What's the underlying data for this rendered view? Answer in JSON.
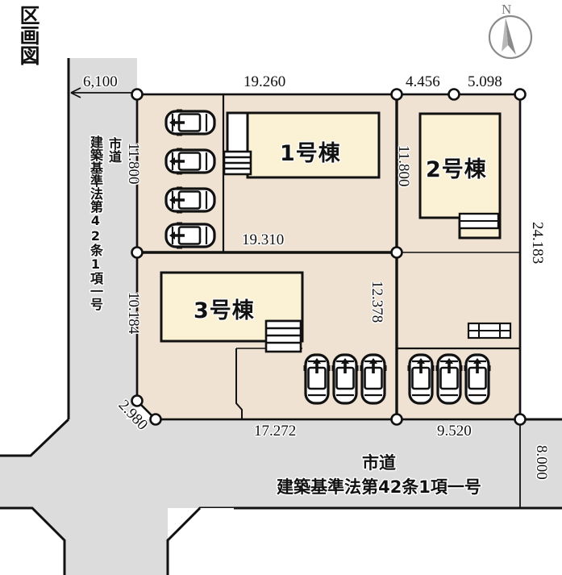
{
  "title": "区画図",
  "compass": {
    "north_label": "N"
  },
  "roads": {
    "left": {
      "name": "市道",
      "law": "建築基準法第42条1項一号",
      "widths": [
        "11.800",
        "10.184"
      ]
    },
    "bottom": {
      "name": "市道",
      "law": "建築基準法第42条1項一号",
      "width": "8.000"
    }
  },
  "dimensions": {
    "top": [
      "6,100",
      "19.260",
      "4.456",
      "5.098"
    ],
    "top_left_road": "6,100",
    "lot1_top": "19.260",
    "lot2_top_a": "4.456",
    "lot2_top_b": "5.098",
    "lot1_bottom": "19.310",
    "lot3_bottom": "17.272",
    "lot2_bottom": "9.520",
    "corner_cut": "2.980",
    "right_side": "24.183",
    "lot1_left": "11.800",
    "lot2_left": "11.800",
    "lot3_left": "10.184",
    "lot3_right": "12.378",
    "bottom_road_width": "8.000"
  },
  "lots": [
    {
      "id": "lot-1",
      "label": "1号棟",
      "parking_count": 4,
      "parking_orientation": "horizontal"
    },
    {
      "id": "lot-2",
      "label": "2号棟",
      "parking_count": 3,
      "parking_orientation": "vertical"
    },
    {
      "id": "lot-3",
      "label": "3号棟",
      "parking_count": 3,
      "parking_orientation": "vertical"
    }
  ],
  "colors": {
    "lot_fill": "#efe2d2",
    "building_fill": "#fbf1d4",
    "road_fill": "#dcdcdc",
    "outline": "#111111",
    "page_bg": "#ffffff",
    "compass_stroke": "#8a8a8a"
  }
}
